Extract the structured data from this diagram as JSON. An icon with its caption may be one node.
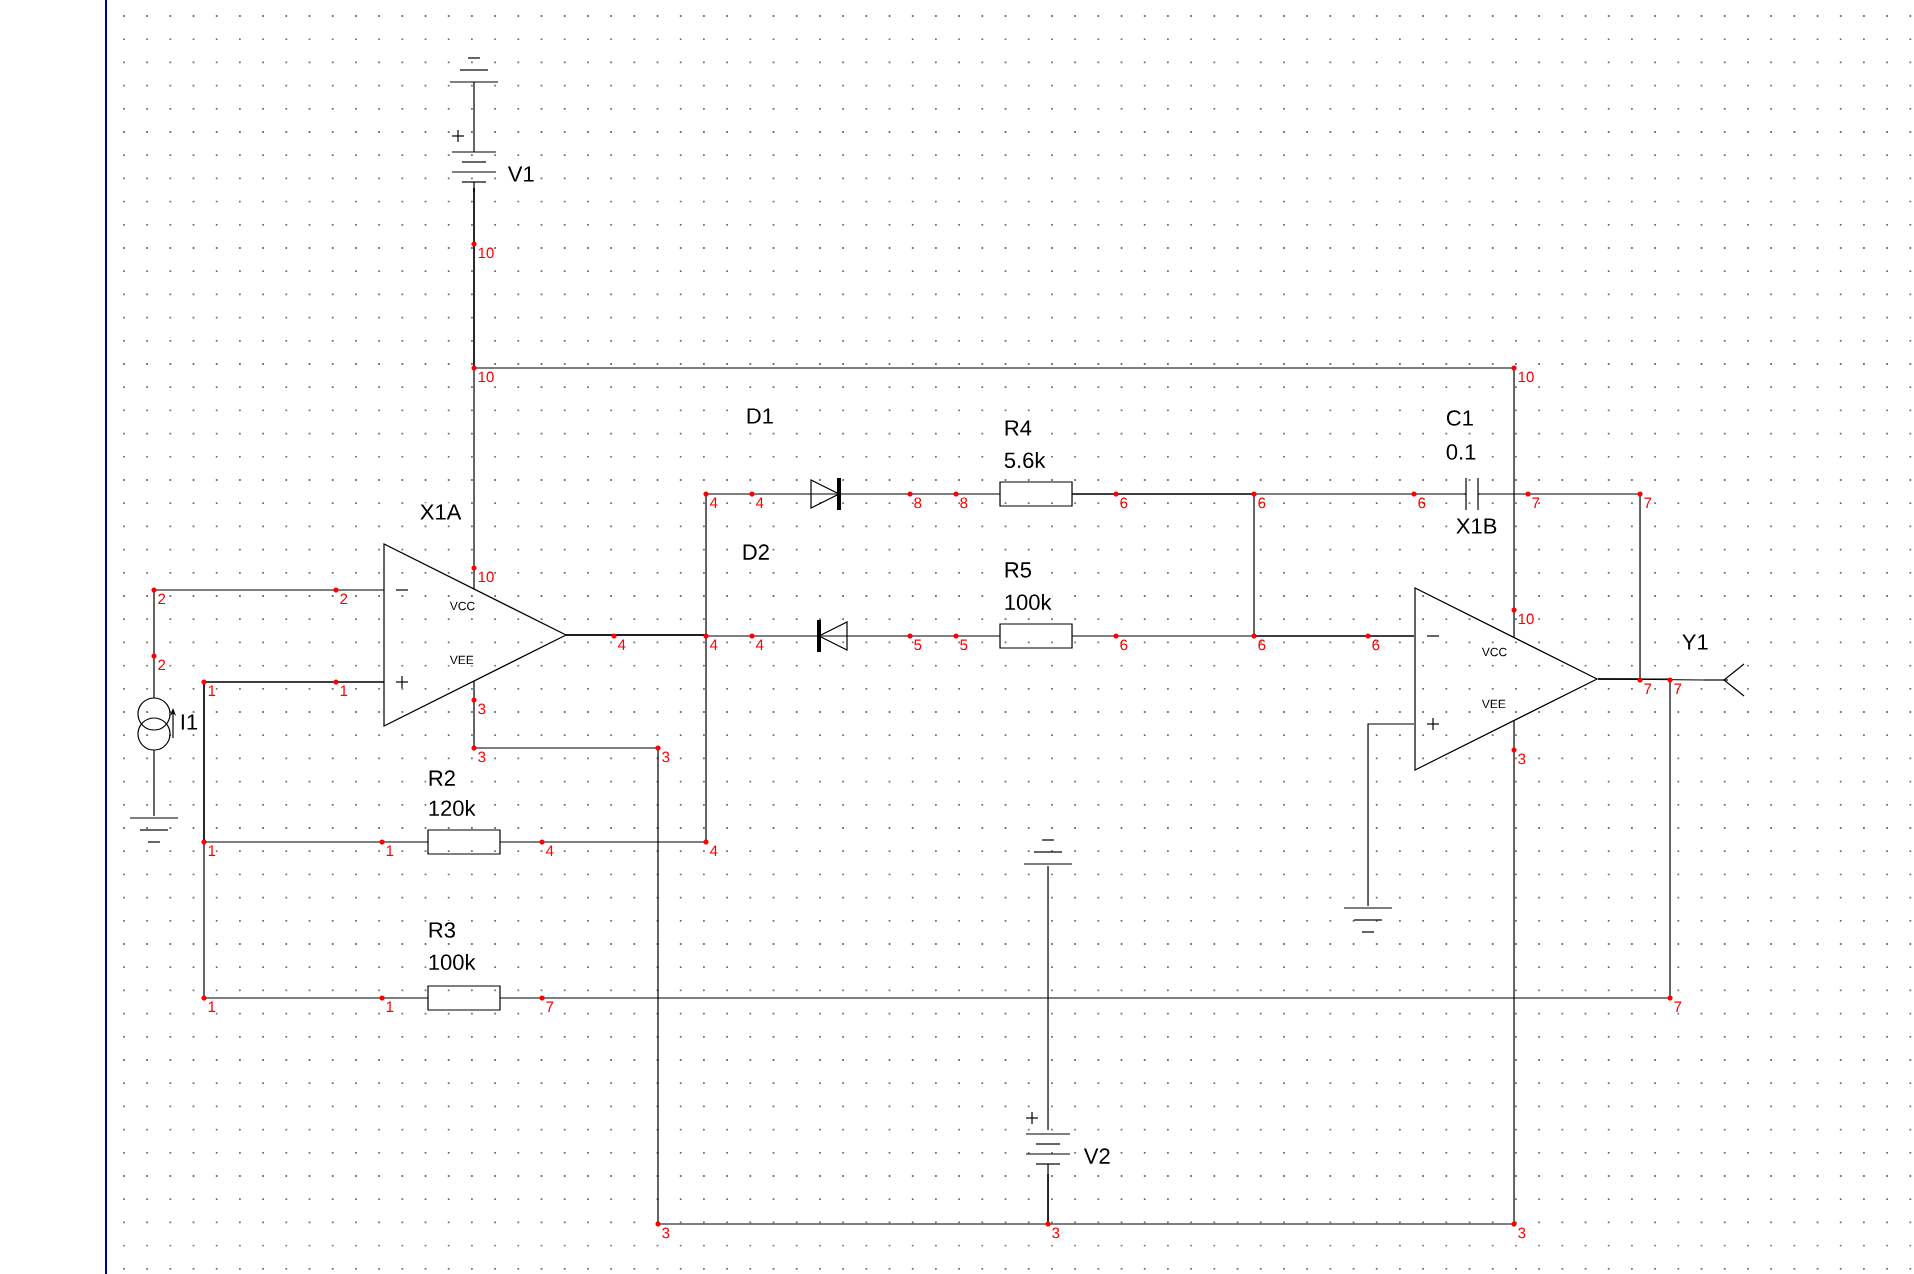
{
  "diagram": {
    "nodes": [
      {
        "text": [],
        "shape": "ground"
      },
      {
        "text": [
          "V1"
        ]
      },
      {
        "text": [
          "X1A",
          "VCC",
          "VEE"
        ]
      },
      {
        "text": [
          "D1"
        ]
      },
      {
        "text": [
          "R4",
          "5.6k"
        ]
      },
      {
        "text": [
          "C1",
          "0.1"
        ]
      },
      {
        "text": [
          "X1B",
          "VCC",
          "VEE"
        ]
      },
      {
        "text": [
          "D2"
        ]
      },
      {
        "text": [
          "R5",
          "100k"
        ]
      },
      {
        "text": [
          "I1"
        ]
      },
      {
        "text": [
          "Y1"
        ]
      },
      {
        "text": [
          "R2",
          "120k"
        ]
      },
      {
        "text": [],
        "shape": "ground"
      },
      {
        "text": [],
        "shape": "ground"
      },
      {
        "text": [],
        "shape": "ground"
      },
      {
        "text": [
          "R3",
          "100k"
        ]
      },
      {
        "text": [
          "V2"
        ]
      }
    ],
    "edges": [
      {
        "from": 0,
        "to": 1,
        "arrow": "none"
      },
      {
        "from": 1,
        "to": 2,
        "arrow": "none"
      },
      {
        "from": 1,
        "to": 6,
        "arrow": "none"
      },
      {
        "from": 9,
        "to": 2,
        "arrow": "none"
      },
      {
        "from": 9,
        "to": 12,
        "arrow": "none"
      },
      {
        "from": 2,
        "to": 11,
        "arrow": "none"
      },
      {
        "from": 2,
        "to": 15,
        "arrow": "none"
      },
      {
        "from": 2,
        "to": 3,
        "arrow": "none"
      },
      {
        "from": 2,
        "to": 7,
        "arrow": "none"
      },
      {
        "from": 2,
        "to": 11,
        "arrow": "none"
      },
      {
        "from": 3,
        "to": 4,
        "arrow": "none"
      },
      {
        "from": 7,
        "to": 8,
        "arrow": "none"
      },
      {
        "from": 4,
        "to": 5,
        "arrow": "none"
      },
      {
        "from": 8,
        "to": 6,
        "arrow": "none"
      },
      {
        "from": 4,
        "to": 6,
        "arrow": "none"
      },
      {
        "from": 5,
        "to": 6,
        "arrow": "none"
      },
      {
        "from": 6,
        "to": 10,
        "arrow": "none"
      },
      {
        "from": 6,
        "to": 15,
        "arrow": "none"
      },
      {
        "from": 2,
        "to": 16,
        "arrow": "none"
      },
      {
        "from": 16,
        "to": 6,
        "arrow": "none"
      },
      {
        "from": 13,
        "to": 16,
        "arrow": "none"
      },
      {
        "from": 6,
        "to": 14,
        "arrow": "none"
      }
    ],
    "labels": [
      "10",
      "10",
      "10",
      "4",
      "4",
      "8",
      "8",
      "6",
      "6",
      "6",
      "7",
      "7",
      "10",
      "2",
      "2",
      "10",
      "4",
      "4",
      "4",
      "5",
      "5",
      "6",
      "6",
      "6",
      "2",
      "1",
      "1",
      "7",
      "7",
      "3",
      "3",
      "3",
      "3",
      "1",
      "1",
      "4",
      "4",
      "1",
      "1",
      "7",
      "7",
      "3",
      "3",
      "3"
    ]
  }
}
